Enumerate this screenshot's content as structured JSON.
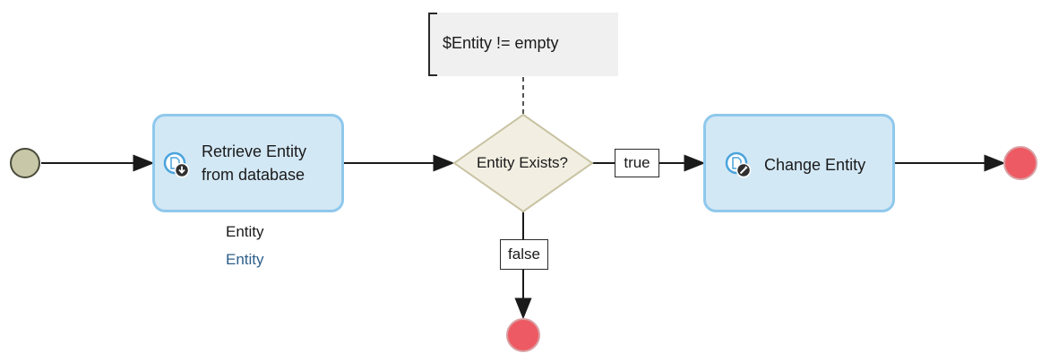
{
  "diagram": {
    "type": "microflow",
    "annotation": {
      "text": "$Entity != empty"
    },
    "retrieve_activity": {
      "label": "Retrieve Entity\nfrom database",
      "icon": "retrieve-icon"
    },
    "output_variable": {
      "name": "Entity",
      "type": "Entity"
    },
    "decision": {
      "label": "Entity Exists?"
    },
    "flows": {
      "true_label": "true",
      "false_label": "false"
    },
    "change_activity": {
      "label": "Change Entity",
      "icon": "change-object-icon"
    },
    "colors": {
      "activity_fill": "#d3e8f5",
      "activity_border": "#8fc8ec",
      "decision_fill": "#f2efe2",
      "decision_border": "#c9c3a3",
      "start_fill": "#c8c8a9",
      "end_fill": "#ee5a63",
      "annotation_fill": "#f0f0f0",
      "variable_type": "#2d5f8a"
    }
  }
}
